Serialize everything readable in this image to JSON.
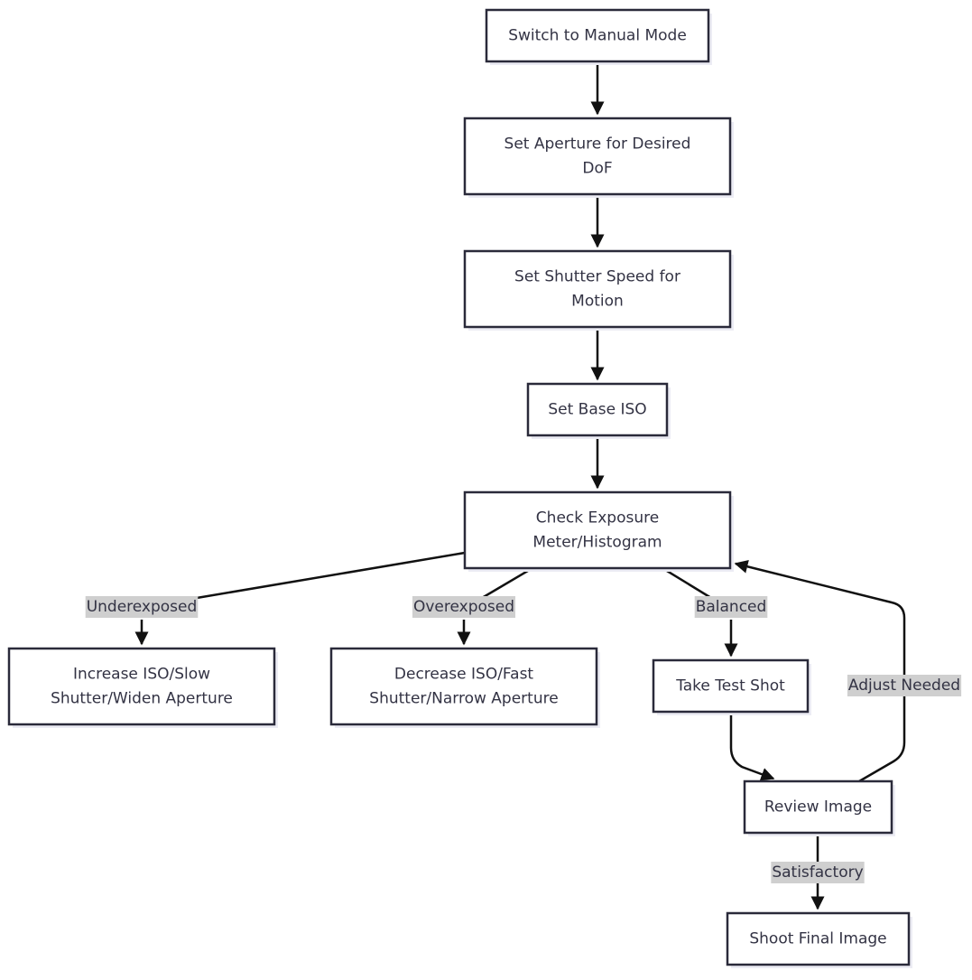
{
  "diagram": {
    "nodes": [
      {
        "id": "manual",
        "lines": [
          "Switch to Manual Mode"
        ]
      },
      {
        "id": "aperture",
        "lines": [
          "Set Aperture for Desired",
          "DoF"
        ]
      },
      {
        "id": "shutter",
        "lines": [
          "Set Shutter Speed for",
          "Motion"
        ]
      },
      {
        "id": "iso",
        "lines": [
          "Set Base ISO"
        ]
      },
      {
        "id": "check",
        "lines": [
          "Check Exposure",
          "Meter/Histogram"
        ]
      },
      {
        "id": "increase",
        "lines": [
          "Increase ISO/Slow",
          "Shutter/Widen Aperture"
        ]
      },
      {
        "id": "decrease",
        "lines": [
          "Decrease ISO/Fast",
          "Shutter/Narrow Aperture"
        ]
      },
      {
        "id": "test",
        "lines": [
          "Take Test Shot"
        ]
      },
      {
        "id": "review",
        "lines": [
          "Review Image"
        ]
      },
      {
        "id": "final",
        "lines": [
          "Shoot Final Image"
        ]
      }
    ],
    "edges": [
      {
        "id": "manual-aperture",
        "from": "manual",
        "to": "aperture",
        "label": ""
      },
      {
        "id": "aperture-shutter",
        "from": "aperture",
        "to": "shutter",
        "label": ""
      },
      {
        "id": "shutter-iso",
        "from": "shutter",
        "to": "iso",
        "label": ""
      },
      {
        "id": "iso-check",
        "from": "iso",
        "to": "check",
        "label": ""
      },
      {
        "id": "check-increase",
        "from": "check",
        "to": "increase",
        "label": "Underexposed"
      },
      {
        "id": "check-decrease",
        "from": "check",
        "to": "decrease",
        "label": "Overexposed"
      },
      {
        "id": "check-test",
        "from": "check",
        "to": "test",
        "label": "Balanced"
      },
      {
        "id": "test-review",
        "from": "test",
        "to": "review",
        "label": ""
      },
      {
        "id": "review-check",
        "from": "review",
        "to": "check",
        "label": "Adjust Needed"
      },
      {
        "id": "review-final",
        "from": "review",
        "to": "final",
        "label": "Satisfactory"
      }
    ]
  }
}
